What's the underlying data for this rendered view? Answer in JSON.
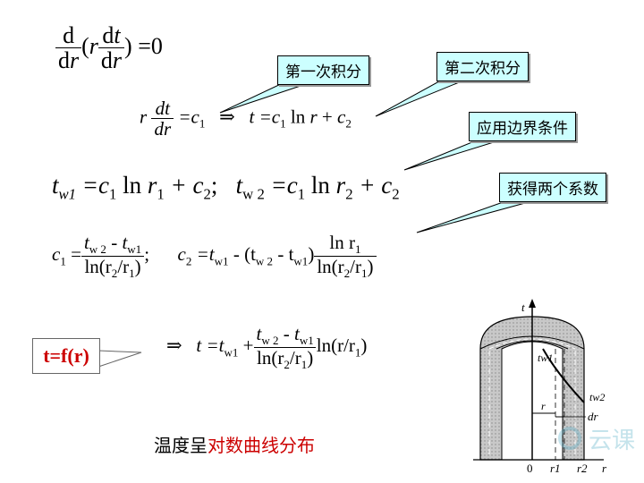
{
  "eq1": {
    "lhs_num": "d",
    "lhs_den_d": "d",
    "lhs_den_r": "r",
    "open": "(",
    "r": "r",
    "in_num_d": "d",
    "in_num_t": "t",
    "in_den_d": "d",
    "in_den_r": "r",
    "close": ")",
    "rhs": "=0"
  },
  "eq2": {
    "r": "r",
    "num": "dt",
    "den": "dr",
    "eq": "=c",
    "sub1": "1",
    "arrow": "⇒",
    "t": "t",
    "eq2": "=c",
    "sub2": "1",
    "ln": "ln",
    "r2": "r",
    "plus": "+",
    "c": "c",
    "sub3": "2"
  },
  "eq3": {
    "left": "t",
    "left_sub": "w1",
    "left_rest": "=c",
    "c1sub": "1",
    "ln": " ln ",
    "r": "r",
    "rsub": "1",
    "plus": " + c",
    "c2sub": "2",
    "sep": ";",
    "right": "t",
    "right_sub": "w 2",
    "right_rest": "=c",
    "r2sub": "2",
    "plus2": " + c",
    "c2sub2": "2"
  },
  "eq4": {
    "c1": "c",
    "c1sub": "1",
    "eq": "=",
    "num": "t",
    "nsub1": "w 2",
    "minus": " - t",
    "nsub2": "w1",
    "den": "ln(r",
    "dsub1": "2",
    "slash": "/r",
    "dsub2": "1",
    "dclose": ")",
    "semi": ";",
    "c2": "c",
    "c2sub": "2",
    "eq2": "=t",
    "tw1sub": "w1",
    "rest1": " - (t",
    "tw2sub": "w 2",
    "rest2": " - t",
    "tw1sub2": "w1",
    "rest3": ")",
    "num2": "ln r",
    "num2sub": "1",
    "den2": "ln(r",
    "den2sub1": "2",
    "den2slash": "/r",
    "den2sub2": "1",
    "den2close": ")"
  },
  "eq5": {
    "arrow": "⇒",
    "t": "t",
    "eq": " =t",
    "sub": "w1",
    "plus": "+",
    "num": "t",
    "nsub1": "w 2",
    "minus": " - t",
    "nsub2": "w1",
    "den": "ln(r",
    "dsub1": "2",
    "dslash": "/r",
    "dsub2": "1",
    "dclose": ")",
    "tail": "ln(r/r",
    "tailsub": "1",
    "tailclose": ")"
  },
  "callouts": {
    "first": "第一次积分",
    "second": "第二次积分",
    "boundary": "应用边界条件",
    "coeffs": "获得两个系数"
  },
  "tfr": "t=f(r)",
  "caption": {
    "plain": "温度呈",
    "red": "对数曲线分布"
  },
  "diagram": {
    "t_axis": "t",
    "tw1": "tw1",
    "tw2": "tw2",
    "r": "r",
    "dr": "dr",
    "zero": "0",
    "r1": "r1",
    "r2": "r2",
    "raxis": "r"
  },
  "watermark": "云课",
  "colors": {
    "callout_bg": "#ccffff",
    "red": "#cc0000"
  }
}
